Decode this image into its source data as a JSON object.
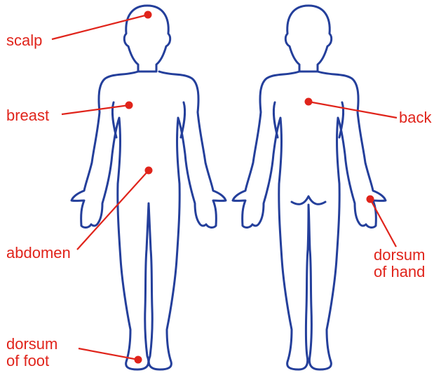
{
  "colors": {
    "outline": "#243f9b",
    "annotation": "#e0241b",
    "background": "#ffffff"
  },
  "labels": {
    "scalp": "scalp",
    "breast": "breast",
    "abdomen": "abdomen",
    "foot_line1": "dorsum",
    "foot_line2": "of foot",
    "back": "back",
    "hand_line1": "dorsum",
    "hand_line2": "of hand"
  }
}
